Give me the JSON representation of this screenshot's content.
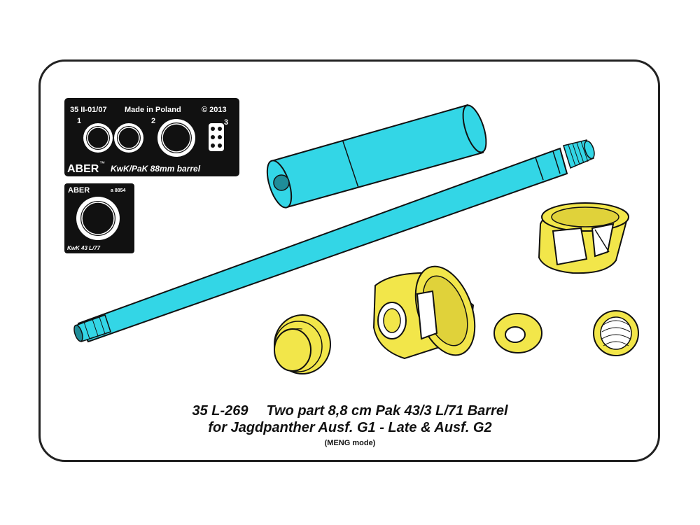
{
  "fret1": {
    "code": "35 II-01/07",
    "made_in": "Made in Poland",
    "copyright": "© 2013",
    "num1": "1",
    "num2": "2",
    "num3": "3",
    "brand": "ABER",
    "tm": "™",
    "title": "KwK/PaK 88mm barrel"
  },
  "fret2": {
    "brand": "ABER",
    "code": "a 8854",
    "title": "KwK 43 L/77"
  },
  "caption": {
    "code": "35 L-269",
    "line1": "Two part 8,8 cm Pak 43/3 L/71 Barrel",
    "line2": "for Jagdpanther Ausf. G1 - Late & Ausf. G2",
    "line3": "(MENG mode)"
  },
  "colors": {
    "barrel": "#33d6e6",
    "brake": "#f2e64a",
    "fret": "#111111",
    "outline": "#222222"
  }
}
